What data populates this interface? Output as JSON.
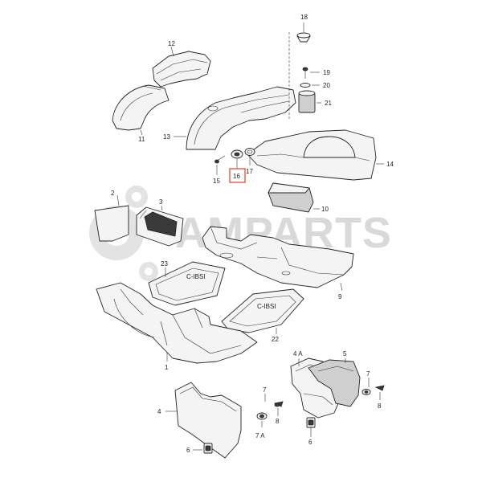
{
  "watermark": "AMPARTS",
  "highlight_color": "#e0402c",
  "labels": {
    "l1": "1",
    "l2": "2",
    "l3": "3",
    "l4": "4",
    "l4a": "4 A",
    "l5": "5",
    "l6a": "6",
    "l6b": "6",
    "l7a": "7",
    "l7b": "7",
    "l7A": "7 A",
    "l8a": "8",
    "l8b": "8",
    "l9": "9",
    "l10": "10",
    "l11": "11",
    "l12": "12",
    "l13": "13",
    "l14": "14",
    "l15": "15",
    "l16": "16",
    "l17": "17",
    "l18": "18",
    "l19": "19",
    "l20": "20",
    "l21": "21",
    "l22": "22",
    "l23": "23"
  },
  "mats": {
    "left_logo": "C-IBSI",
    "right_logo": "C-IBSI"
  }
}
